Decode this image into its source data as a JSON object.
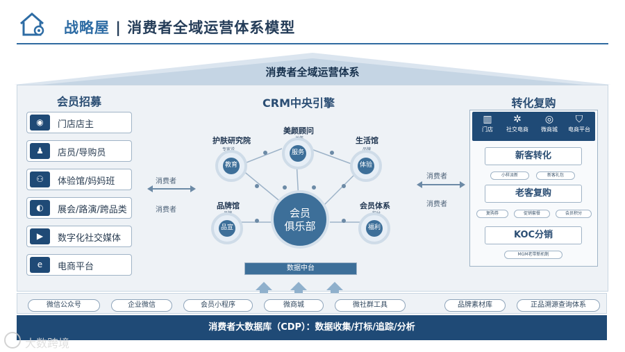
{
  "header": {
    "brand": "战略屋",
    "separator": " | ",
    "title": "消费者全域运营体系模型"
  },
  "roof": {
    "title": "消费者全域运营体系"
  },
  "left": {
    "title": "会员招募",
    "items": [
      {
        "label": "门店店主",
        "icon": "shopkeeper-icon",
        "glyph": "◉"
      },
      {
        "label": "店员/导购员",
        "icon": "clerk-icon",
        "glyph": "♟"
      },
      {
        "label": "体验馆/妈妈班",
        "icon": "group-icon",
        "glyph": "⚇"
      },
      {
        "label": "展会/路演/跨品类",
        "icon": "planet-icon",
        "glyph": "◐"
      },
      {
        "label": "数字化社交媒体",
        "icon": "video-icon",
        "glyph": "▶"
      },
      {
        "label": "电商平台",
        "icon": "ecommerce-icon",
        "glyph": "e"
      }
    ]
  },
  "flow": {
    "left_top": "消费者",
    "left_bottom": "消费者",
    "right_top": "消费者",
    "right_bottom": "消费者"
  },
  "crm": {
    "title": "CRM中央引擎",
    "center": "会员\n俱乐部",
    "nodes": [
      {
        "title": "护肤研究院",
        "core": "教育",
        "sub": "专家说"
      },
      {
        "title": "美颜顾问",
        "core": "服务",
        "sub": "关怀"
      },
      {
        "title": "生活馆",
        "core": "体验",
        "sub": "品牌"
      },
      {
        "title": "品牌馆",
        "core": "品宣",
        "sub": "品牌"
      },
      {
        "title": "会员体系",
        "core": "福利",
        "sub": "积分"
      }
    ],
    "platform": "数据中台"
  },
  "right": {
    "title": "转化复购",
    "channels": [
      {
        "label": "门店",
        "icon": "store-icon",
        "glyph": "▥"
      },
      {
        "label": "社交电商",
        "icon": "network-icon",
        "glyph": "✲"
      },
      {
        "label": "微商城",
        "icon": "mall-icon",
        "glyph": "◎"
      },
      {
        "label": "电商平台",
        "icon": "bag-icon",
        "glyph": "⛉"
      }
    ],
    "blocks": [
      {
        "title": "新客转化",
        "tags": [
          "小样派新",
          "新客礼包"
        ]
      },
      {
        "title": "老客复购",
        "tags": [
          "复购券",
          "促销套餐",
          "会员积分"
        ]
      },
      {
        "title": "KOC分销",
        "tags": [
          "MGM老带新机制"
        ]
      }
    ]
  },
  "platforms": [
    "微信公众号",
    "企业微信",
    "会员小程序",
    "微商城",
    "微社群工具",
    "品牌素材库",
    "正品溯源查询体系"
  ],
  "cdp": "消费者大数据库（CDP）：数据收集/打标/追踪/分析",
  "watermark": "大数跨境",
  "colors": {
    "navy": "#1f4a76",
    "accent": "#2e6ca4",
    "light": "#eef2f6"
  }
}
